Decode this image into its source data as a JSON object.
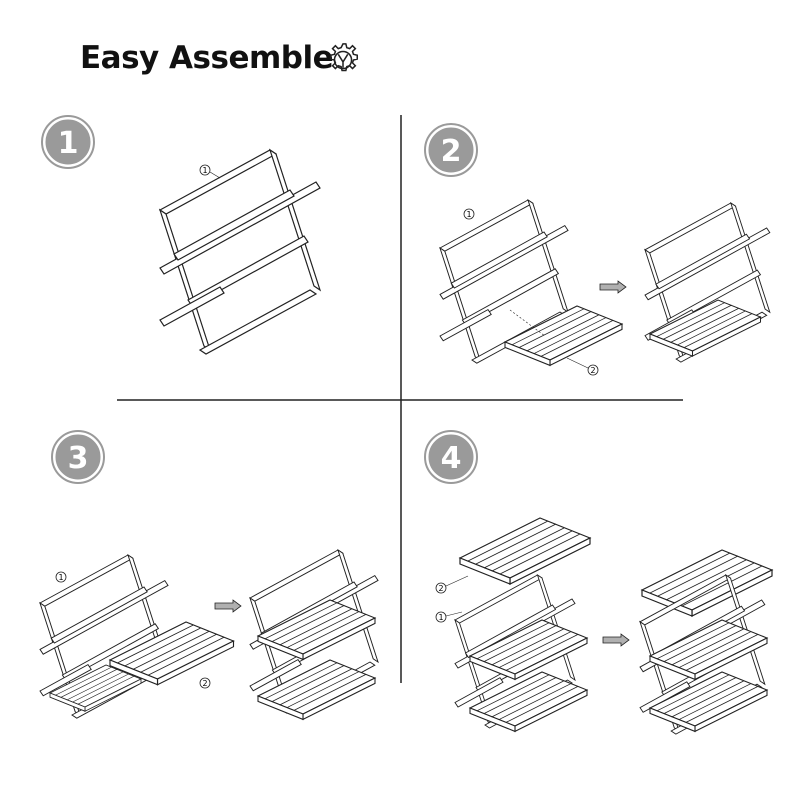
{
  "header": {
    "title": "Easy Assemble",
    "icon": "gear-tools-icon"
  },
  "steps": [
    {
      "number": "1",
      "callouts": [
        "1"
      ]
    },
    {
      "number": "2",
      "callouts": [
        "1",
        "2"
      ]
    },
    {
      "number": "3",
      "callouts": [
        "1",
        "2"
      ]
    },
    {
      "number": "4",
      "callouts": [
        "2",
        "1"
      ]
    }
  ],
  "colors": {
    "line": "#222222",
    "badge_fill": "#9a9a9a",
    "badge_text": "#ffffff",
    "arrow_fill": "#b0b0b0"
  }
}
